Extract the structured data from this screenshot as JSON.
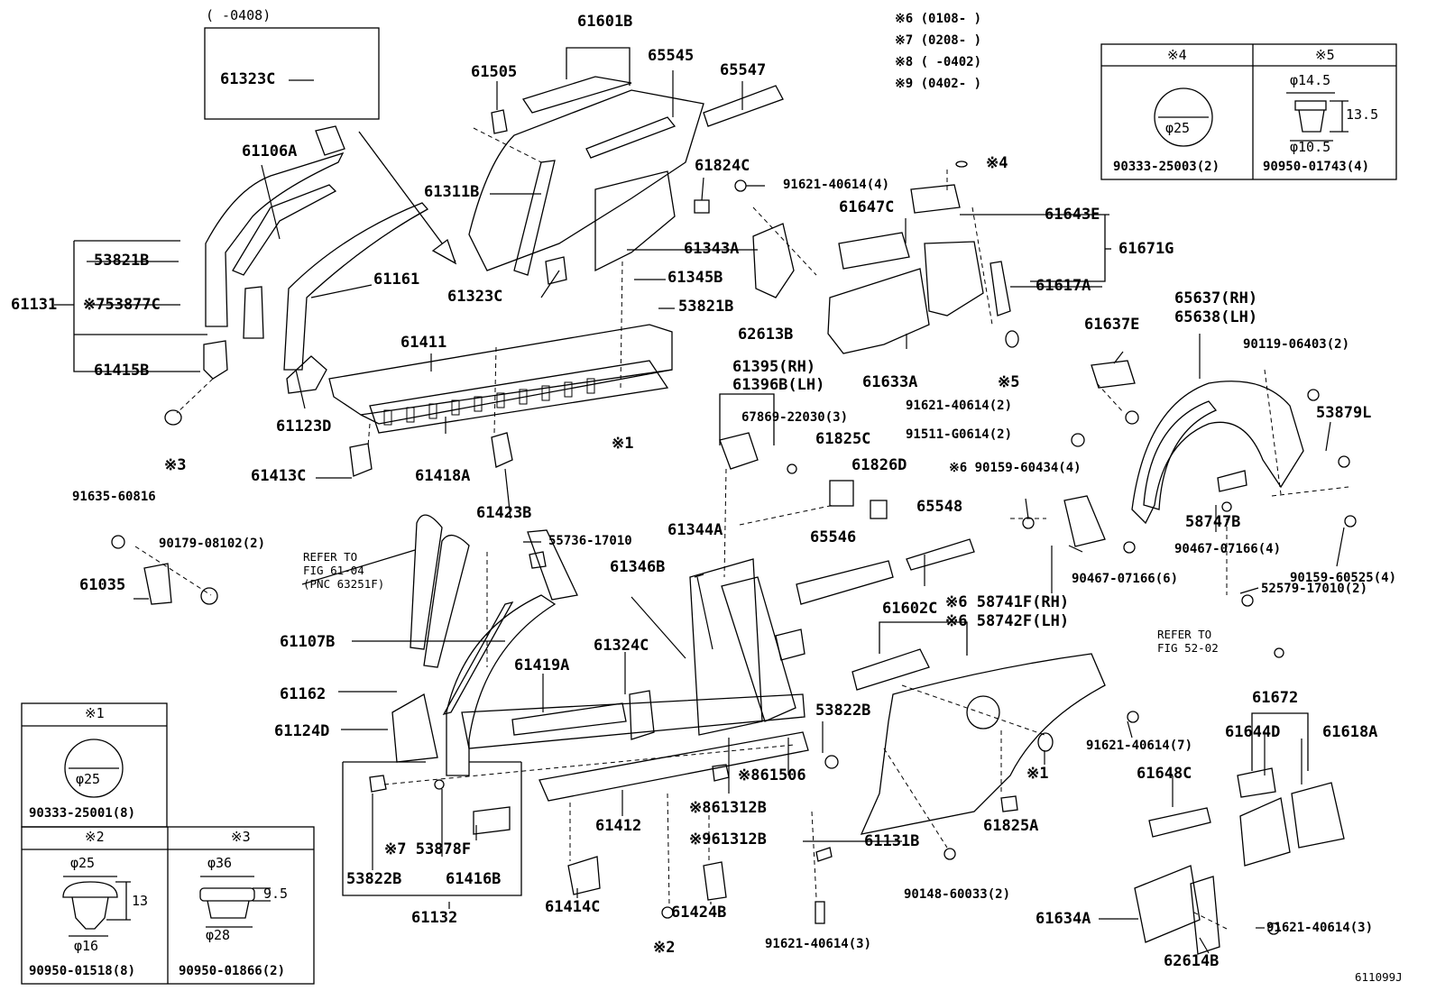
{
  "diagram": {
    "fig_code": "611099J",
    "variant_note": "(  -0408)",
    "footnotes": [
      "※6 (0108-  )",
      "※7 (0208-  )",
      "※8 (  -0402)",
      "※9 (0402-  )"
    ],
    "refer_fig_61": [
      "REFER TO",
      "FIG 61-04",
      "(PNC 63251F)"
    ],
    "refer_fig_52": [
      "REFER TO",
      "FIG 52-02"
    ],
    "legend": {
      "k1": {
        "title": "※1",
        "dim": "φ25",
        "part": "90333-25001(8)"
      },
      "k2": {
        "title": "※2",
        "d1": "φ25",
        "h": "13",
        "d2": "φ16",
        "part": "90950-01518(8)"
      },
      "k3": {
        "title": "※3",
        "d1": "φ36",
        "h": "9.5",
        "d2": "φ28",
        "part": "90950-01866(2)"
      },
      "k4": {
        "title": "※4",
        "dim": "φ25",
        "part": "90333-25003(2)"
      },
      "k5": {
        "title": "※5",
        "d1": "φ14.5",
        "h": "13.5",
        "d2": "φ10.5",
        "part": "90950-01743(4)"
      }
    },
    "parts": {
      "p61323c_a": "61323C",
      "p61106a": "61106A",
      "p61131": "61131",
      "p53821b_a": "53821B",
      "p53877c": "※753877C",
      "p61415b": "61415B",
      "p61161": "61161",
      "p61123d": "61123D",
      "x3": "※3",
      "p61413c": "61413C",
      "p61601b": "61601B",
      "p61505": "61505",
      "p65545": "65545",
      "p65547": "65547",
      "p61311b": "61311B",
      "p61824c": "61824C",
      "p61343a": "61343A",
      "p61345b": "61345B",
      "p61323c_b": "61323C",
      "p53821b_b": "53821B",
      "p61411": "61411",
      "p61418a": "61418A",
      "x1_a": "※1",
      "p61423b": "61423B",
      "p91621_4": "91621-40614(4)",
      "p62613b": "62613B",
      "x4": "※4",
      "p61647c": "61647C",
      "p61643e": "61643E",
      "p61671g": "61671G",
      "p61617a": "61617A",
      "p61633a": "61633A",
      "x5": "※5",
      "p61395": "61395(RH)",
      "p61396b": "61396B(LH)",
      "p67869": "67869-22030(3)",
      "p61825c": "61825C",
      "p61826d": "61826D",
      "p65548": "65548",
      "p65546": "65546",
      "p65637": "65637(RH)",
      "p65638": "65638(LH)",
      "p90119": "90119-06403(2)",
      "p61637e": "61637E",
      "p91621_2": "91621-40614(2)",
      "p91511": "91511-G0614(2)",
      "p53879l": "53879L",
      "p90159_4": "※6 90159-60434(4)",
      "p58747b": "58747B",
      "p90467_4": "90467-07166(4)",
      "p90159_60525": "90159-60525(4)",
      "p90467_6": "90467-07166(6)",
      "p52579": "52579-17010(2)",
      "p58741f": "※6 58741F(RH)",
      "p58742f": "※6 58742F(LH)",
      "p91635": "91635-60816",
      "p90179": "90179-08102(2)",
      "p61035": "61035",
      "p55736": "55736-17010",
      "p61344a": "61344A",
      "p61346b": "61346B",
      "p61107b": "61107B",
      "p61324c": "61324C",
      "p61419a": "61419A",
      "p61162": "61162",
      "p61124d": "61124D",
      "p53822b_a": "53822B",
      "p61506": "※861506",
      "p61602c": "61602C",
      "p61312b_a": "※861312B",
      "p61312b_b": "※961312B",
      "p61412": "61412",
      "p61131b": "61131B",
      "p61825a": "61825A",
      "x1_b": "※1",
      "p91621_7": "91621-40614(7)",
      "p61672": "61672",
      "p61644d": "61644D",
      "p61618a": "61618A",
      "p61648c": "61648C",
      "p53878f": "※7 53878F",
      "p53822b_b": "53822B",
      "p61416b": "61416B",
      "p61132": "61132",
      "p61414c": "61414C",
      "p61424b": "61424B",
      "x2": "※2",
      "p90148": "90148-60033(2)",
      "p91621_3a": "91621-40614(3)",
      "p61634a": "61634A",
      "p91621_3b": "91621-40614(3)",
      "p62614b": "62614B"
    }
  }
}
